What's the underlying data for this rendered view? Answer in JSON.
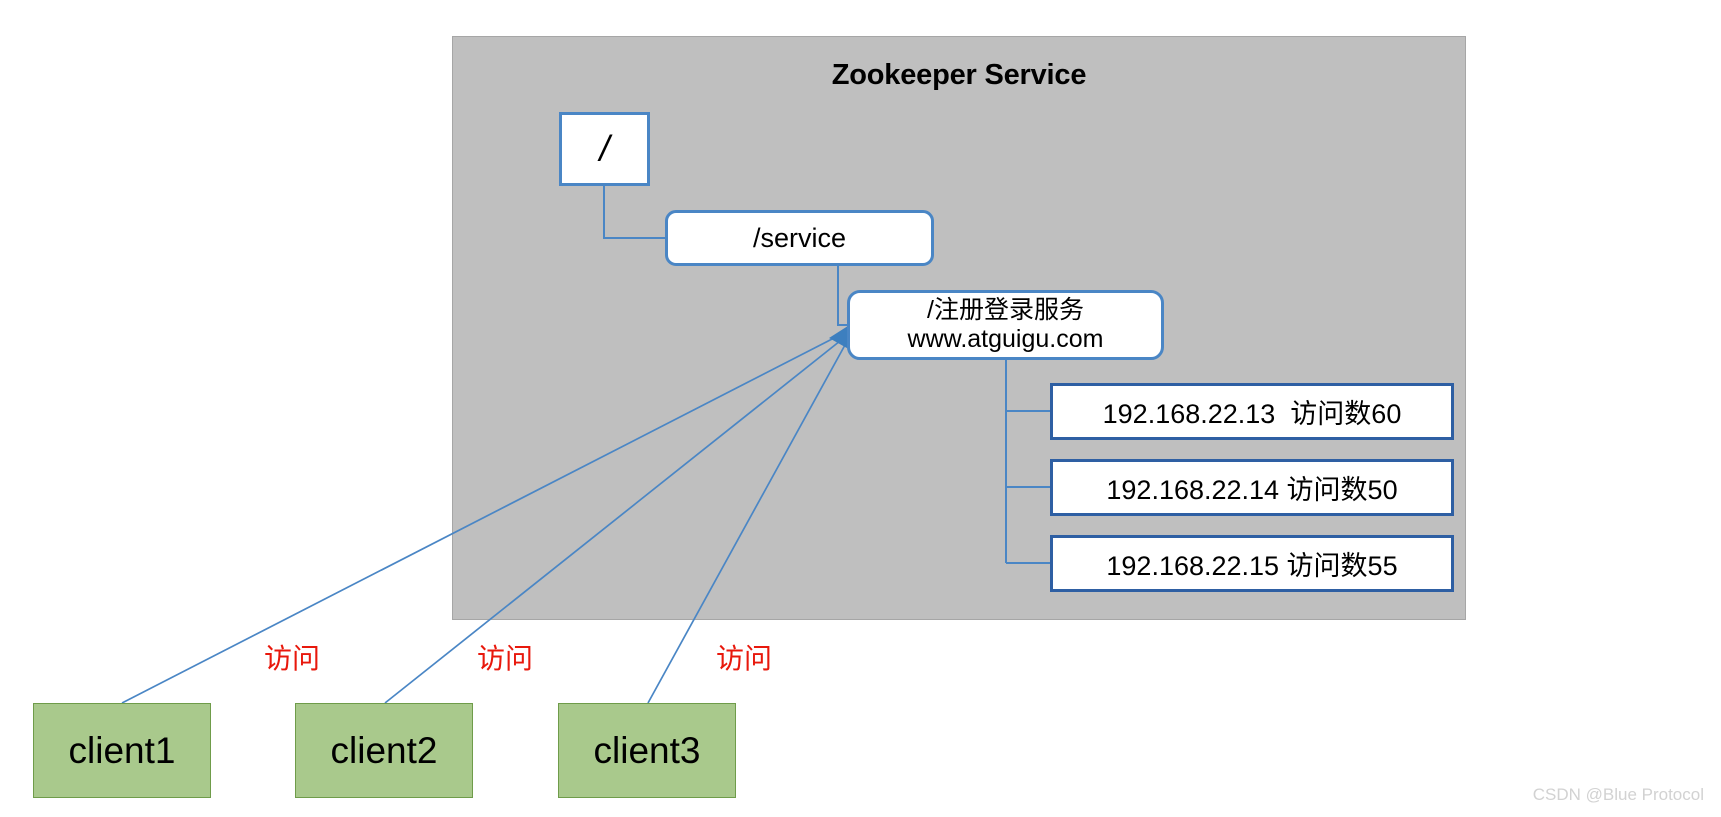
{
  "container": {
    "title": "Zookeeper Service",
    "fill_color": "#BFBFBF",
    "border_color": "#A6A6A6"
  },
  "tree": {
    "root_label": "/",
    "service_label": "/service",
    "login_service": {
      "line1": "/注册登录服务",
      "line2": "www.atguigu.com"
    },
    "node_border_color": "#4A86C5"
  },
  "instances": [
    {
      "label": "192.168.22.13  访问数60",
      "ip": "192.168.22.13",
      "metric_label": "访问数",
      "visits": 60
    },
    {
      "label": "192.168.22.14 访问数50",
      "ip": "192.168.22.14",
      "metric_label": "访问数",
      "visits": 50
    },
    {
      "label": "192.168.22.15 访问数55",
      "ip": "192.168.22.15",
      "metric_label": "访问数",
      "visits": 55
    }
  ],
  "instance_border_color": "#2E5FA3",
  "clients": [
    {
      "label": "client1"
    },
    {
      "label": "client2"
    },
    {
      "label": "client3"
    }
  ],
  "client_fill_color": "#A9C98C",
  "access_labels": [
    {
      "text": "访问"
    },
    {
      "text": "访问"
    },
    {
      "text": "访问"
    }
  ],
  "access_label_color": "#E8180C",
  "connector_color": "#4A86C5",
  "watermark": "CSDN @Blue Protocol"
}
